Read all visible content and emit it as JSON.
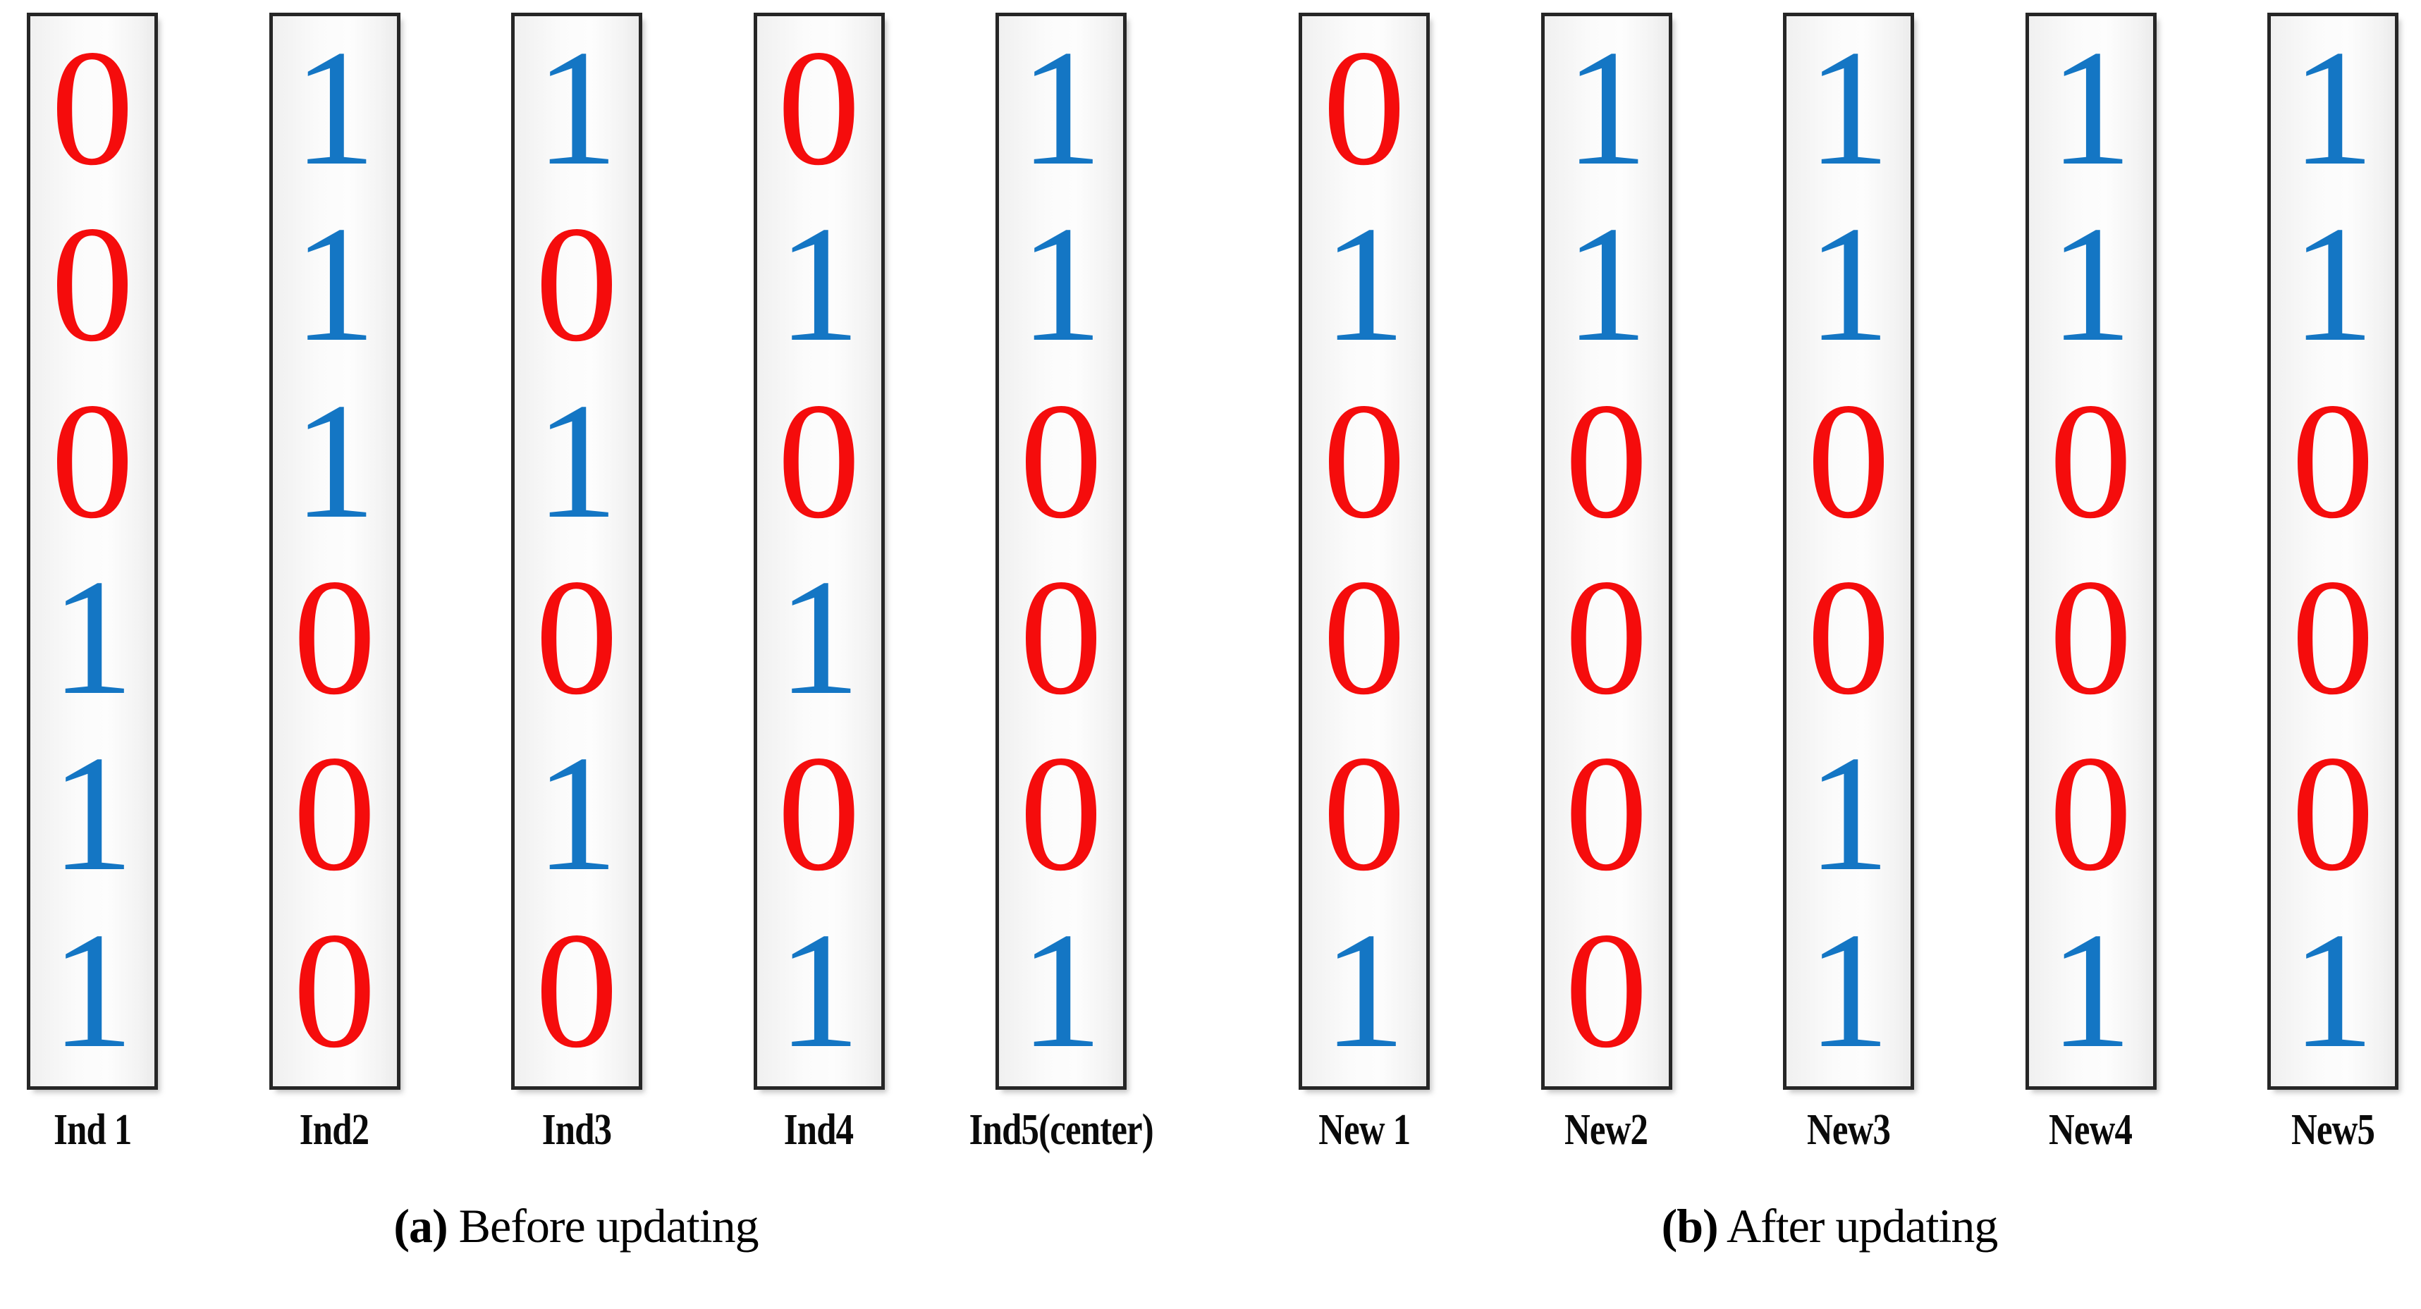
{
  "figure": {
    "colors": {
      "zero": "#F50C0C",
      "one": "#1476C4",
      "box_border": "#262626",
      "box_fill": "#F4F4F4",
      "label_text": "#0A0A0A",
      "background": "#FFFFFF"
    },
    "panels": [
      {
        "id": "a",
        "caption_letter": "(a)",
        "caption_text": " Before updating",
        "columns": [
          {
            "label": "Ind 1",
            "bits": [
              "0",
              "0",
              "0",
              "1",
              "1",
              "1"
            ]
          },
          {
            "label": "Ind2",
            "bits": [
              "1",
              "1",
              "1",
              "0",
              "0",
              "0"
            ]
          },
          {
            "label": "Ind3",
            "bits": [
              "1",
              "0",
              "1",
              "0",
              "1",
              "0"
            ]
          },
          {
            "label": "Ind4",
            "bits": [
              "0",
              "1",
              "0",
              "1",
              "0",
              "1"
            ]
          },
          {
            "label": "Ind5(center)",
            "bits": [
              "1",
              "1",
              "0",
              "0",
              "0",
              "1"
            ]
          }
        ]
      },
      {
        "id": "b",
        "caption_letter": "(b)",
        "caption_text": " After updating",
        "columns": [
          {
            "label": "New 1",
            "bits": [
              "0",
              "1",
              "0",
              "0",
              "0",
              "1"
            ]
          },
          {
            "label": "New2",
            "bits": [
              "1",
              "1",
              "0",
              "0",
              "0",
              "0"
            ]
          },
          {
            "label": "New3",
            "bits": [
              "1",
              "1",
              "0",
              "0",
              "1",
              "1"
            ]
          },
          {
            "label": "New4",
            "bits": [
              "1",
              "1",
              "0",
              "0",
              "0",
              "1"
            ]
          },
          {
            "label": "New5",
            "bits": [
              "1",
              "1",
              "0",
              "0",
              "0",
              "1"
            ]
          }
        ]
      }
    ]
  }
}
